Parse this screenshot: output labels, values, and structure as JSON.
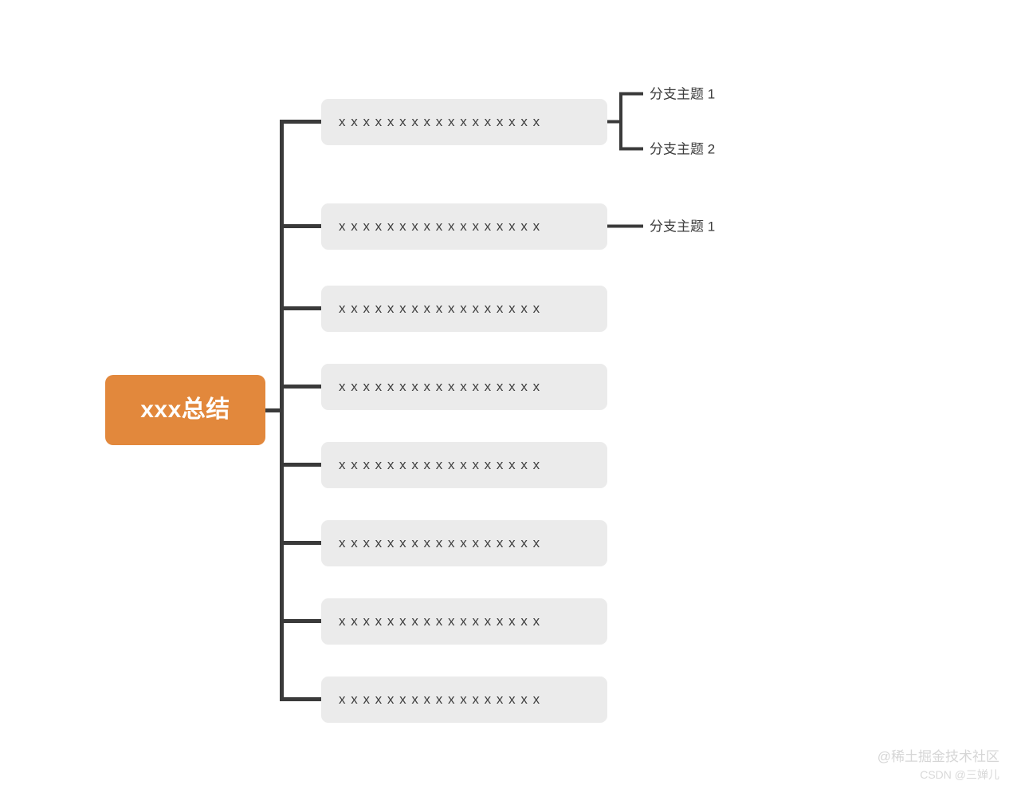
{
  "diagram": {
    "type": "mind-map",
    "root": {
      "label": "xxx总结",
      "color": "#e2883c",
      "text_color": "#ffffff"
    },
    "node_color": "#ebebeb",
    "line_color": "#3a3a3a",
    "branches": [
      {
        "label": "x x x x x x x x x x x x x x x x x",
        "children": [
          {
            "label": "分支主题 1"
          },
          {
            "label": "分支主题 2"
          }
        ]
      },
      {
        "label": "x x x x x x x x x x x x x x x x x",
        "children": [
          {
            "label": "分支主题 1"
          }
        ]
      },
      {
        "label": "x x x x x x x x x x x x x x x x x",
        "children": []
      },
      {
        "label": "x x x x x x x x x x x x x x x x x",
        "children": []
      },
      {
        "label": "x x x x x x x x x x x x x x x x x",
        "children": []
      },
      {
        "label": "x x x x x x x x x x x x x x x x x",
        "children": []
      },
      {
        "label": "x x x x x x x x x x x x x x x x x",
        "children": []
      },
      {
        "label": "x x x x x x x x x x x x x x x x x",
        "children": []
      }
    ]
  },
  "watermark": {
    "primary": "@稀土掘金技术社区",
    "secondary": "CSDN @三婵儿"
  }
}
